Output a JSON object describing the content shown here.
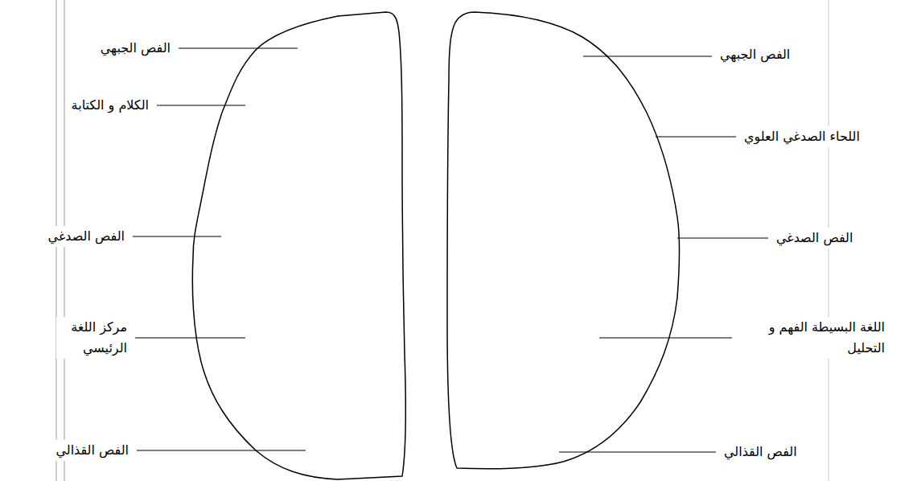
{
  "diagram": {
    "labels": [
      "الفص الجبهي",
      "الكلام و الكتابة",
      "الفص الصدغي",
      "مركز اللغة الرئيسي",
      "الفص القذالي",
      "الفص الجبهي",
      "اللحاء الصدغي العلوي",
      "الفص الصدغي",
      "اللغة البسيطة الفهم و التحليل",
      "الفص القذالي"
    ]
  }
}
